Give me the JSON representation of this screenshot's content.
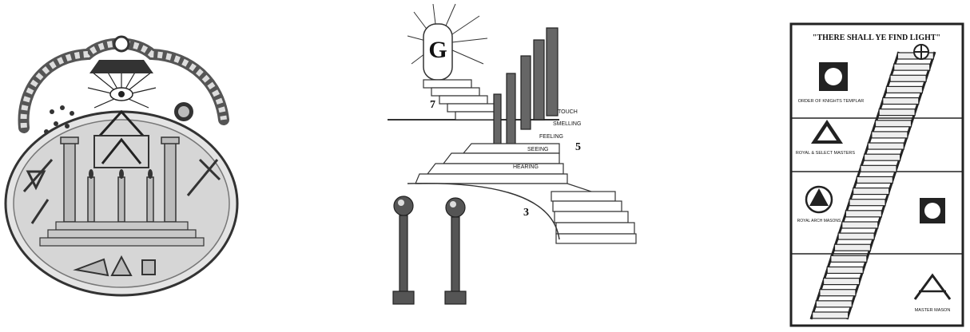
{
  "stairs": {
    "numbers": [
      "7",
      "5",
      "3"
    ],
    "letter": "G",
    "steps": [
      "TOUCH",
      "SMELLING",
      "FEELING",
      "SEEING",
      "HEARING"
    ]
  },
  "ladder": {
    "title": "\"THERE SHALL YE FIND LIGHT\"",
    "degrees": [
      "ORDER OF KNIGHTS TEMPLAR",
      "ROYAL & SELECT MASTERS",
      "ROYAL ARCH MASONS",
      "MASTER MASON"
    ]
  }
}
